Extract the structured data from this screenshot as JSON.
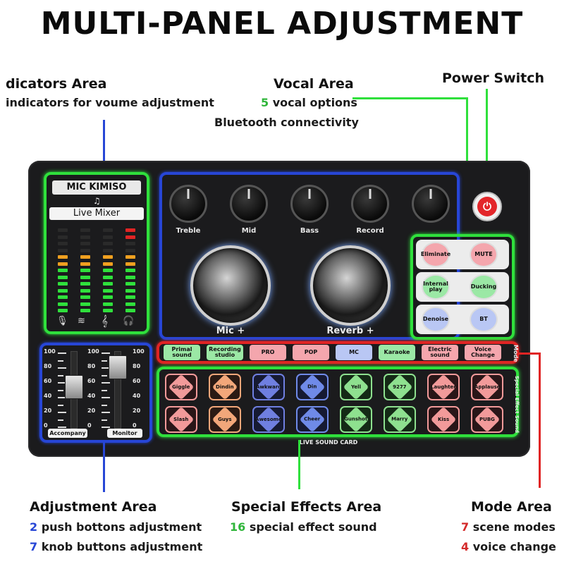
{
  "title": "MULTI-PANEL ADJUSTMENT",
  "callouts": {
    "indicators": {
      "heading": "dicators Area",
      "desc": "indicators for voume adjustment"
    },
    "vocal": {
      "heading": "Vocal Area",
      "desc1_num": "5",
      "desc1_text": " vocal options",
      "desc2": "Bluetooth connectivity"
    },
    "power": {
      "heading": "Power Switch"
    },
    "adjustment": {
      "heading": "Adjustment Area",
      "line1_num": "2",
      "line1_text": " push bottons adjustment",
      "line2_num": "7",
      "line2_text": " knob buttons adjustment"
    },
    "effects": {
      "heading": "Special Effects Area",
      "line1_num": "16",
      "line1_text": " special effect sound"
    },
    "mode": {
      "heading": "Mode Area",
      "line1_num": "7",
      "line1_text": " scene modes",
      "line2_num": "4",
      "line2_text": " voice change"
    }
  },
  "device": {
    "brand": "MIC KIMISO",
    "mixer_label": "Live Mixer",
    "knobs": [
      "Treble",
      "Mid",
      "Bass",
      "Record",
      ""
    ],
    "big_knobs": [
      "Mic +",
      "Reverb +"
    ],
    "vocal_buttons": [
      "Eliminate",
      "MUTE",
      "Internal play",
      "Ducking",
      "Denoise",
      "BT"
    ],
    "modes": [
      "Primal sound",
      "Recording studio",
      "PRO",
      "POP",
      "MC",
      "Karaoke",
      "Electric sound",
      "Voice Change"
    ],
    "mode_side_label": "Mode",
    "effects_side_label": "Special Effect Sound",
    "effects_row1": [
      "Giggle",
      "Dindin",
      "Awkward",
      "Din",
      "Yell",
      "9277",
      "Laughter",
      "Applause"
    ],
    "effects_row2": [
      "Slash",
      "Guys",
      "Awesome",
      "Cheer",
      "Gunshot",
      "Marry",
      "Kiss",
      "PUBG"
    ],
    "fader_labels": [
      "Accompany",
      "Monitor"
    ],
    "scale_left": [
      "100",
      "80",
      "60",
      "40",
      "20",
      "0"
    ],
    "scale_mid": [
      "100",
      "80",
      "60",
      "40",
      "20",
      "0"
    ],
    "scale_right": [
      "100",
      "80",
      "60",
      "40",
      "20",
      "0"
    ],
    "footer_label": "LIVE SOUND CARD"
  },
  "colors": {
    "green": "#2fe03c",
    "blue": "#2746d6",
    "red": "#e02424",
    "num_blue": "#2746d6",
    "num_green": "#2fb53a",
    "num_red": "#d42a2a"
  },
  "icons": [
    "power-icon",
    "music-note-icon",
    "mic-icon",
    "guitar-icon",
    "treble-clef-icon",
    "headphones-icon"
  ]
}
